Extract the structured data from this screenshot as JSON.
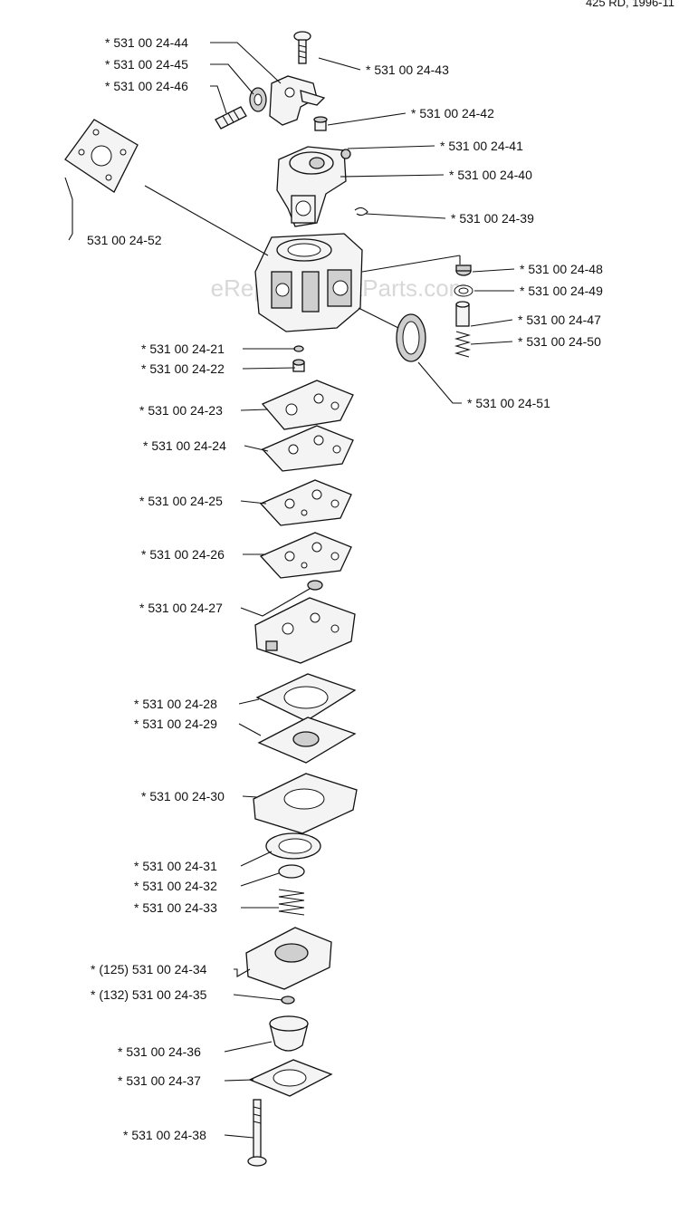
{
  "header": {
    "text": "425 RD, 1996-11"
  },
  "watermark": {
    "text": "eReplacementParts.com"
  },
  "callouts": [
    {
      "id": "44",
      "text": "* 531 00 24-44"
    },
    {
      "id": "45",
      "text": "* 531 00 24-45"
    },
    {
      "id": "46",
      "text": "* 531 00 24-46"
    },
    {
      "id": "43",
      "text": "* 531 00 24-43"
    },
    {
      "id": "42",
      "text": "* 531 00 24-42"
    },
    {
      "id": "41",
      "text": "* 531 00 24-41"
    },
    {
      "id": "40",
      "text": "* 531 00 24-40"
    },
    {
      "id": "39",
      "text": "* 531 00 24-39"
    },
    {
      "id": "52",
      "text": "531 00 24-52"
    },
    {
      "id": "48",
      "text": "* 531 00 24-48"
    },
    {
      "id": "49",
      "text": "* 531 00 24-49"
    },
    {
      "id": "47",
      "text": "* 531 00 24-47"
    },
    {
      "id": "50",
      "text": "* 531 00 24-50"
    },
    {
      "id": "21",
      "text": "* 531 00 24-21"
    },
    {
      "id": "22",
      "text": "* 531 00 24-22"
    },
    {
      "id": "51",
      "text": "* 531 00 24-51"
    },
    {
      "id": "23",
      "text": "* 531 00 24-23"
    },
    {
      "id": "24",
      "text": "* 531 00 24-24"
    },
    {
      "id": "25",
      "text": "* 531 00 24-25"
    },
    {
      "id": "26",
      "text": "* 531 00 24-26"
    },
    {
      "id": "27",
      "text": "* 531 00 24-27"
    },
    {
      "id": "28",
      "text": "* 531 00 24-28"
    },
    {
      "id": "29",
      "text": "* 531 00 24-29"
    },
    {
      "id": "30",
      "text": "* 531 00 24-30"
    },
    {
      "id": "31",
      "text": "* 531 00 24-31"
    },
    {
      "id": "32",
      "text": "* 531 00 24-32"
    },
    {
      "id": "33",
      "text": "* 531 00 24-33"
    },
    {
      "id": "34",
      "text": "* (125) 531 00 24-34"
    },
    {
      "id": "35",
      "text": "* (132) 531 00 24-35"
    },
    {
      "id": "36",
      "text": "* 531 00 24-36"
    },
    {
      "id": "37",
      "text": "* 531 00 24-37"
    },
    {
      "id": "38",
      "text": "* 531 00 24-38"
    }
  ]
}
